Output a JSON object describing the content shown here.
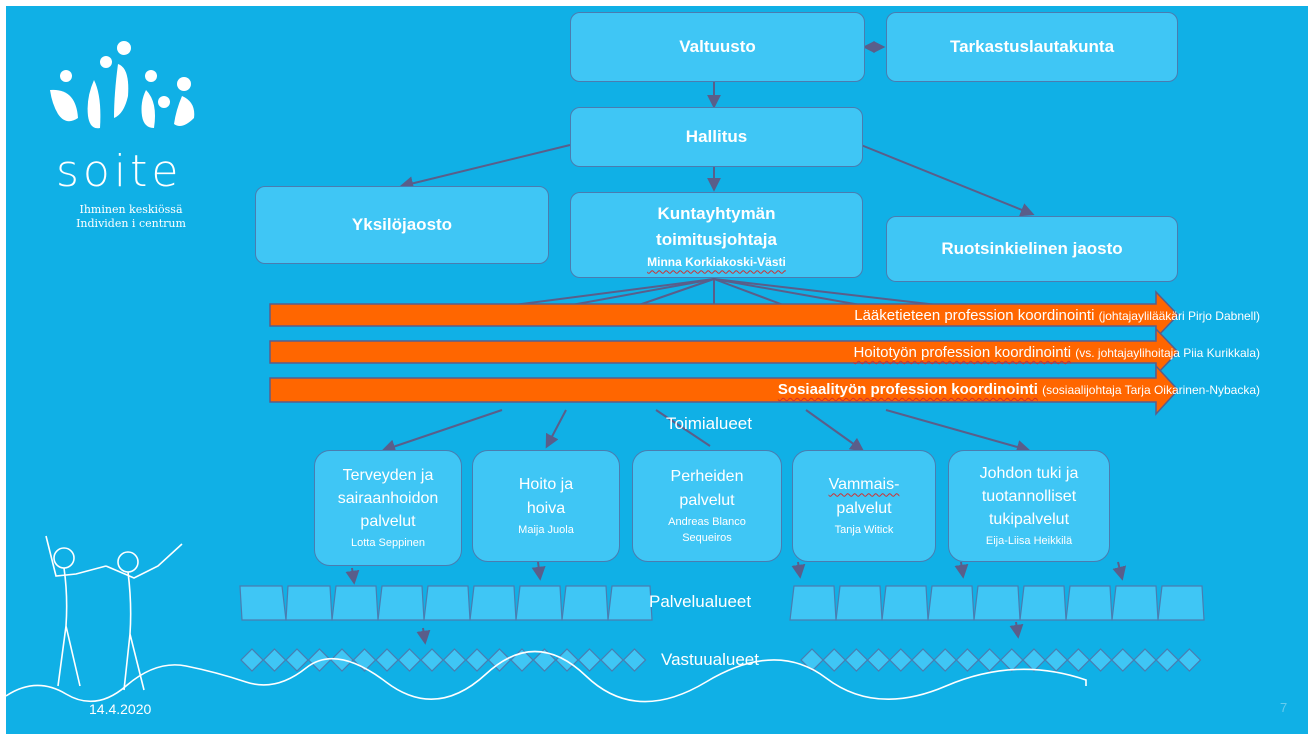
{
  "logo": {
    "word": "soite",
    "tagline_1": "Ihminen keskiössä",
    "tagline_2": "Individen i centrum"
  },
  "top": {
    "valtuusto": "Valtuusto",
    "tarkastus": "Tarkastuslautakunta",
    "hallitus": "Hallitus",
    "yksilo": "Yksilöjaosto",
    "ruotsi": "Ruotsinkielinen jaosto",
    "ceo_line1": "Kuntayhtymän",
    "ceo_line2": "toimitusjohtaja",
    "ceo_name": "Minna Korkiakoski-Västi"
  },
  "coordination": [
    {
      "main": "Lääketieteen profession koordinointi",
      "detail": "(johtajaylilääkäri Pirjo Dabnell)"
    },
    {
      "main": "Hoitotyön profession koordinointi",
      "detail": "(vs. johtajaylihoitaja Piia Kurikkala)"
    },
    {
      "main": "Sosiaalityön profession koordinointi",
      "detail": "(sosiaalijohtaja Tarja Oikarinen-Nybacka)"
    }
  ],
  "labels": {
    "toimialueet": "Toimialueet",
    "palvelualueet": "Palvelualueet",
    "vastuualueet": "Vastuualueet"
  },
  "areas": [
    {
      "lines": [
        "Terveyden ja",
        "sairaanhoidon",
        "palvelut"
      ],
      "person": "Lotta Seppinen"
    },
    {
      "lines": [
        "Hoito ja",
        "hoiva"
      ],
      "person": "Maija Juola"
    },
    {
      "lines": [
        "Perheiden",
        "palvelut"
      ],
      "person": "Andreas Blanco Sequeiros"
    },
    {
      "lines": [
        "Vammais-",
        "palvelut"
      ],
      "person": "Tanja Witick"
    },
    {
      "lines": [
        "Johdon tuki ja",
        "tuotannolliset",
        "tukipalvelut"
      ],
      "person": "Eija-Liisa Heikkilä"
    }
  ],
  "footer": {
    "date": "14.4.2020",
    "page": "7"
  },
  "colors": {
    "background": "#10b0e6",
    "box": "#3fc6f5",
    "border": "#4a7cb0",
    "orange": "#ff6600",
    "connector": "#5a5e8a"
  }
}
